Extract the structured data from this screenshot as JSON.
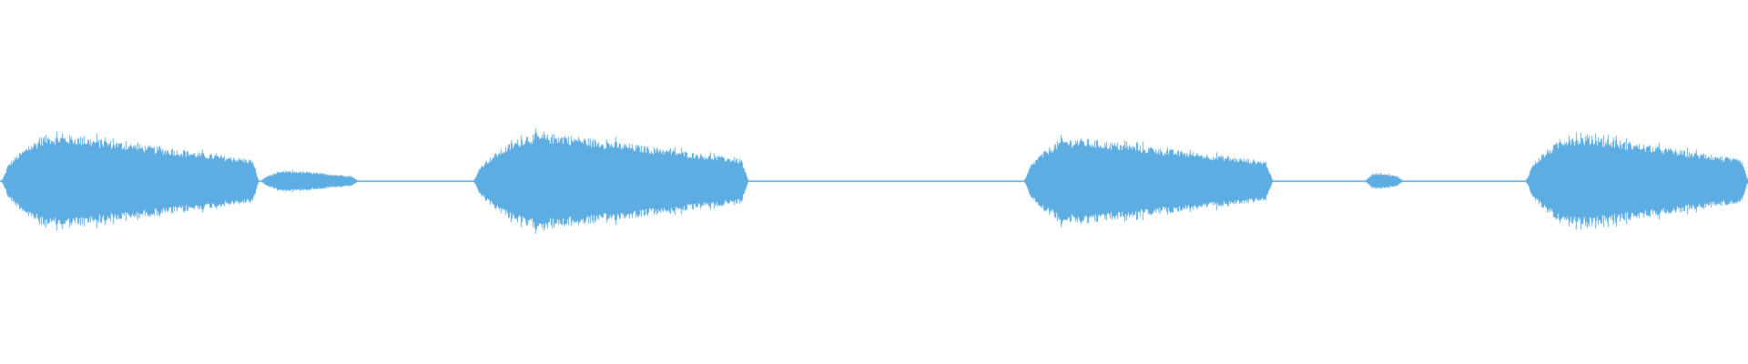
{
  "waveform": {
    "color": "#5dade2",
    "background": "#ffffff",
    "duration_fraction_note": "",
    "segments": [
      {
        "start": 0.0,
        "end": 0.148,
        "peak": 0.51,
        "peak_at": 0.04,
        "kind": "tone"
      },
      {
        "start": 0.148,
        "end": 0.205,
        "peak": 0.11,
        "peak_at": 0.17,
        "kind": "tone"
      },
      {
        "start": 0.27,
        "end": 0.428,
        "peak": 0.52,
        "peak_at": 0.32,
        "kind": "tone"
      },
      {
        "start": 0.585,
        "end": 0.728,
        "peak": 0.47,
        "peak_at": 0.62,
        "kind": "tone"
      },
      {
        "start": 0.78,
        "end": 0.803,
        "peak": 0.09,
        "peak_at": 0.79,
        "kind": "tone"
      },
      {
        "start": 0.872,
        "end": 1.0,
        "peak": 0.5,
        "peak_at": 0.91,
        "kind": "tone"
      }
    ]
  }
}
